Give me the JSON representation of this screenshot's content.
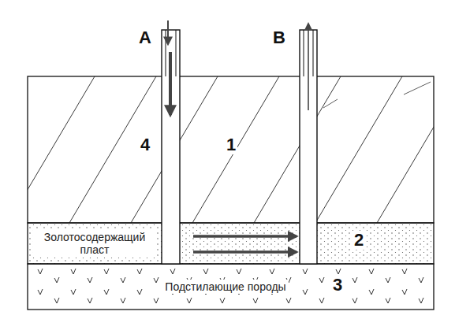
{
  "diagram": {
    "nodes": [
      {
        "text": [
          "Золотосодержащий пласт"
        ]
      },
      {
        "text": [
          "Подстилающие породы"
        ]
      }
    ],
    "labels": [
      "A",
      "B",
      "4",
      "1",
      "2",
      "3"
    ]
  }
}
